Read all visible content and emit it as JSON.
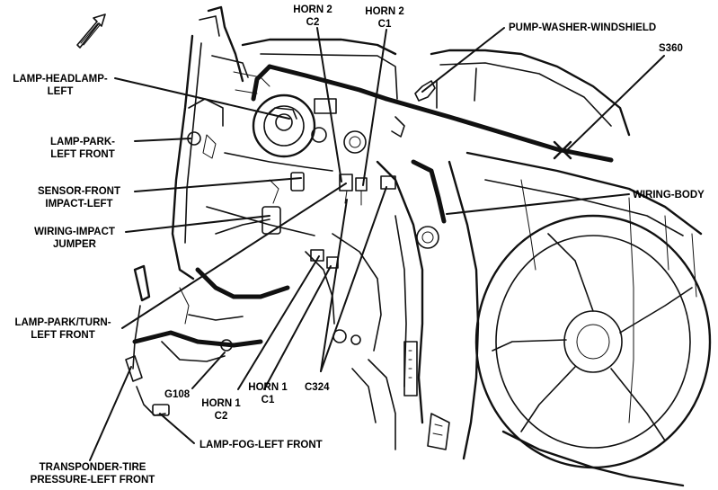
{
  "labels": {
    "lamp_headlamp_left_1": "LAMP-HEADLAMP-",
    "lamp_headlamp_left_2": "LEFT",
    "lamp_park_left_front_1": "LAMP-PARK-",
    "lamp_park_left_front_2": "LEFT FRONT",
    "sensor_front_impact_left_1": "SENSOR-FRONT",
    "sensor_front_impact_left_2": "IMPACT-LEFT",
    "wiring_impact_jumper_1": "WIRING-IMPACT",
    "wiring_impact_jumper_2": "JUMPER",
    "lamp_park_turn_left_front_1": "LAMP-PARK/TURN-",
    "lamp_park_turn_left_front_2": "LEFT FRONT",
    "horn2_c2_1": "HORN 2",
    "horn2_c2_2": "C2",
    "horn2_c1_1": "HORN 2",
    "horn2_c1_2": "C1",
    "pump_washer_windshield": "PUMP-WASHER-WINDSHIELD",
    "s360": "S360",
    "wiring_body": "WIRING-BODY",
    "g108": "G108",
    "horn1_c2_1": "HORN 1",
    "horn1_c2_2": "C2",
    "horn1_c1_1": "HORN 1",
    "horn1_c1_2": "C1",
    "c324": "C324",
    "lamp_fog_left_front": "LAMP-FOG-LEFT FRONT",
    "transponder_1": "TRANSPONDER-TIRE",
    "transponder_2": "PRESSURE-LEFT FRONT"
  },
  "icons": {
    "orientation": "forward-arrow-icon",
    "splice_marker": "x-mark-icon"
  },
  "colors": {
    "line": "#111111",
    "background": "#ffffff"
  }
}
